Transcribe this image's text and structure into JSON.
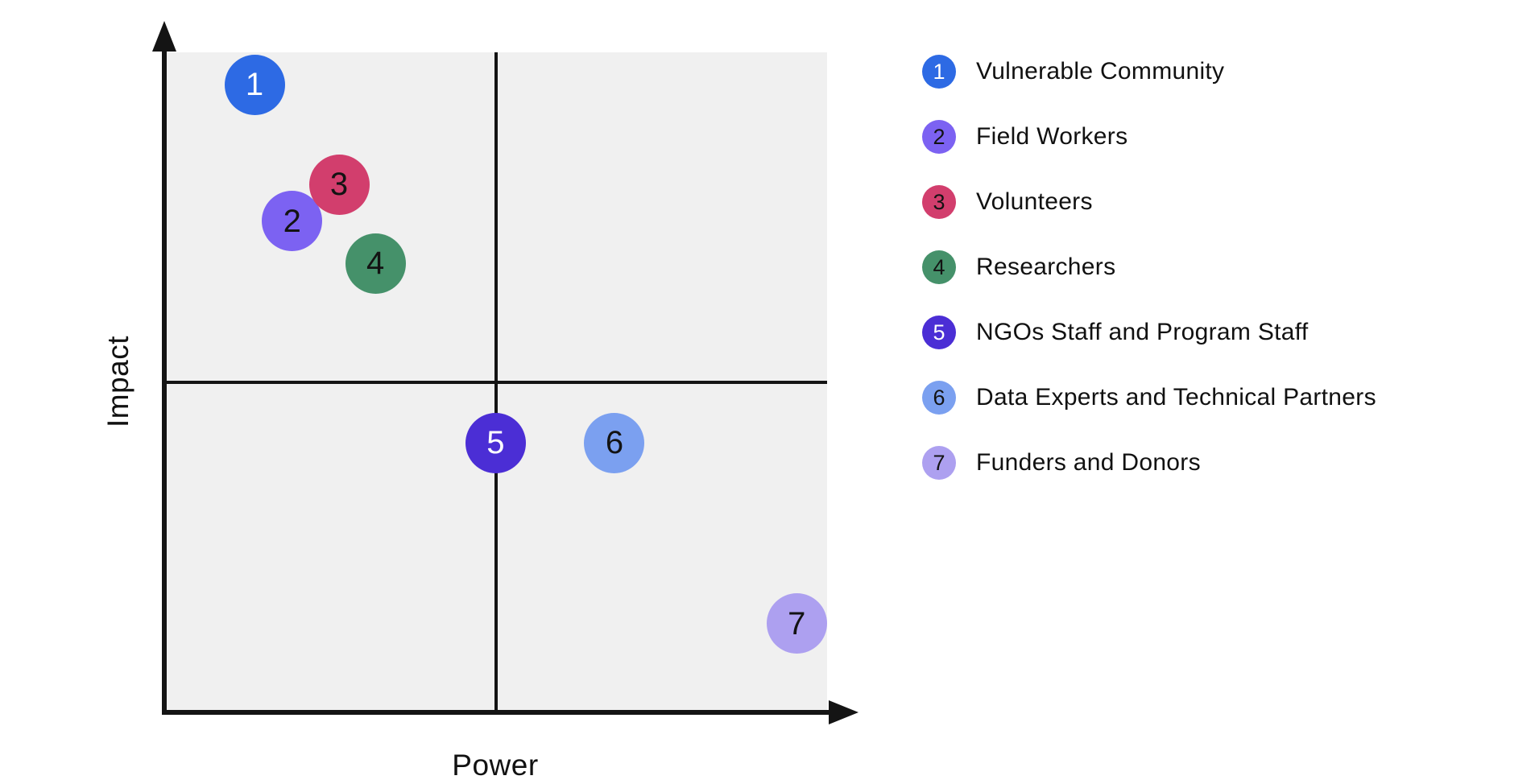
{
  "chart_data": {
    "type": "scatter",
    "variant": "quadrant-matrix",
    "title": "",
    "xlabel": "Power",
    "ylabel": "Impact",
    "x_range": [
      0,
      1
    ],
    "y_range": [
      0,
      1
    ],
    "quadrant_divider_x": 0.5,
    "quadrant_divider_y": 0.5,
    "grid": false,
    "ticks": false,
    "legend_position": "right",
    "plot_bg_color": "#f0f0f0",
    "axis_color": "#141414",
    "points": [
      {
        "id": "1",
        "label": "Vulnerable Community",
        "power": 0.133,
        "impact": 0.951,
        "color": "#2d6ae4",
        "number_color": "#ffffff"
      },
      {
        "id": "2",
        "label": "Field Workers",
        "power": 0.19,
        "impact": 0.743,
        "color": "#7c62f2",
        "number_color": "#131313"
      },
      {
        "id": "3",
        "label": "Volunteers",
        "power": 0.261,
        "impact": 0.799,
        "color": "#d23e6d",
        "number_color": "#131313"
      },
      {
        "id": "4",
        "label": "Researchers",
        "power": 0.316,
        "impact": 0.679,
        "color": "#45916a",
        "number_color": "#131313"
      },
      {
        "id": "5",
        "label": "NGOs Staff and Program Staff",
        "power": 0.498,
        "impact": 0.406,
        "color": "#4b2ed5",
        "number_color": "#ffffff"
      },
      {
        "id": "6",
        "label": "Data Experts and Technical Partners",
        "power": 0.678,
        "impact": 0.406,
        "color": "#7ba0f0",
        "number_color": "#131313"
      },
      {
        "id": "7",
        "label": "Funders and Donors",
        "power": 0.954,
        "impact": 0.131,
        "color": "#ada0f0",
        "number_color": "#131313"
      }
    ]
  }
}
